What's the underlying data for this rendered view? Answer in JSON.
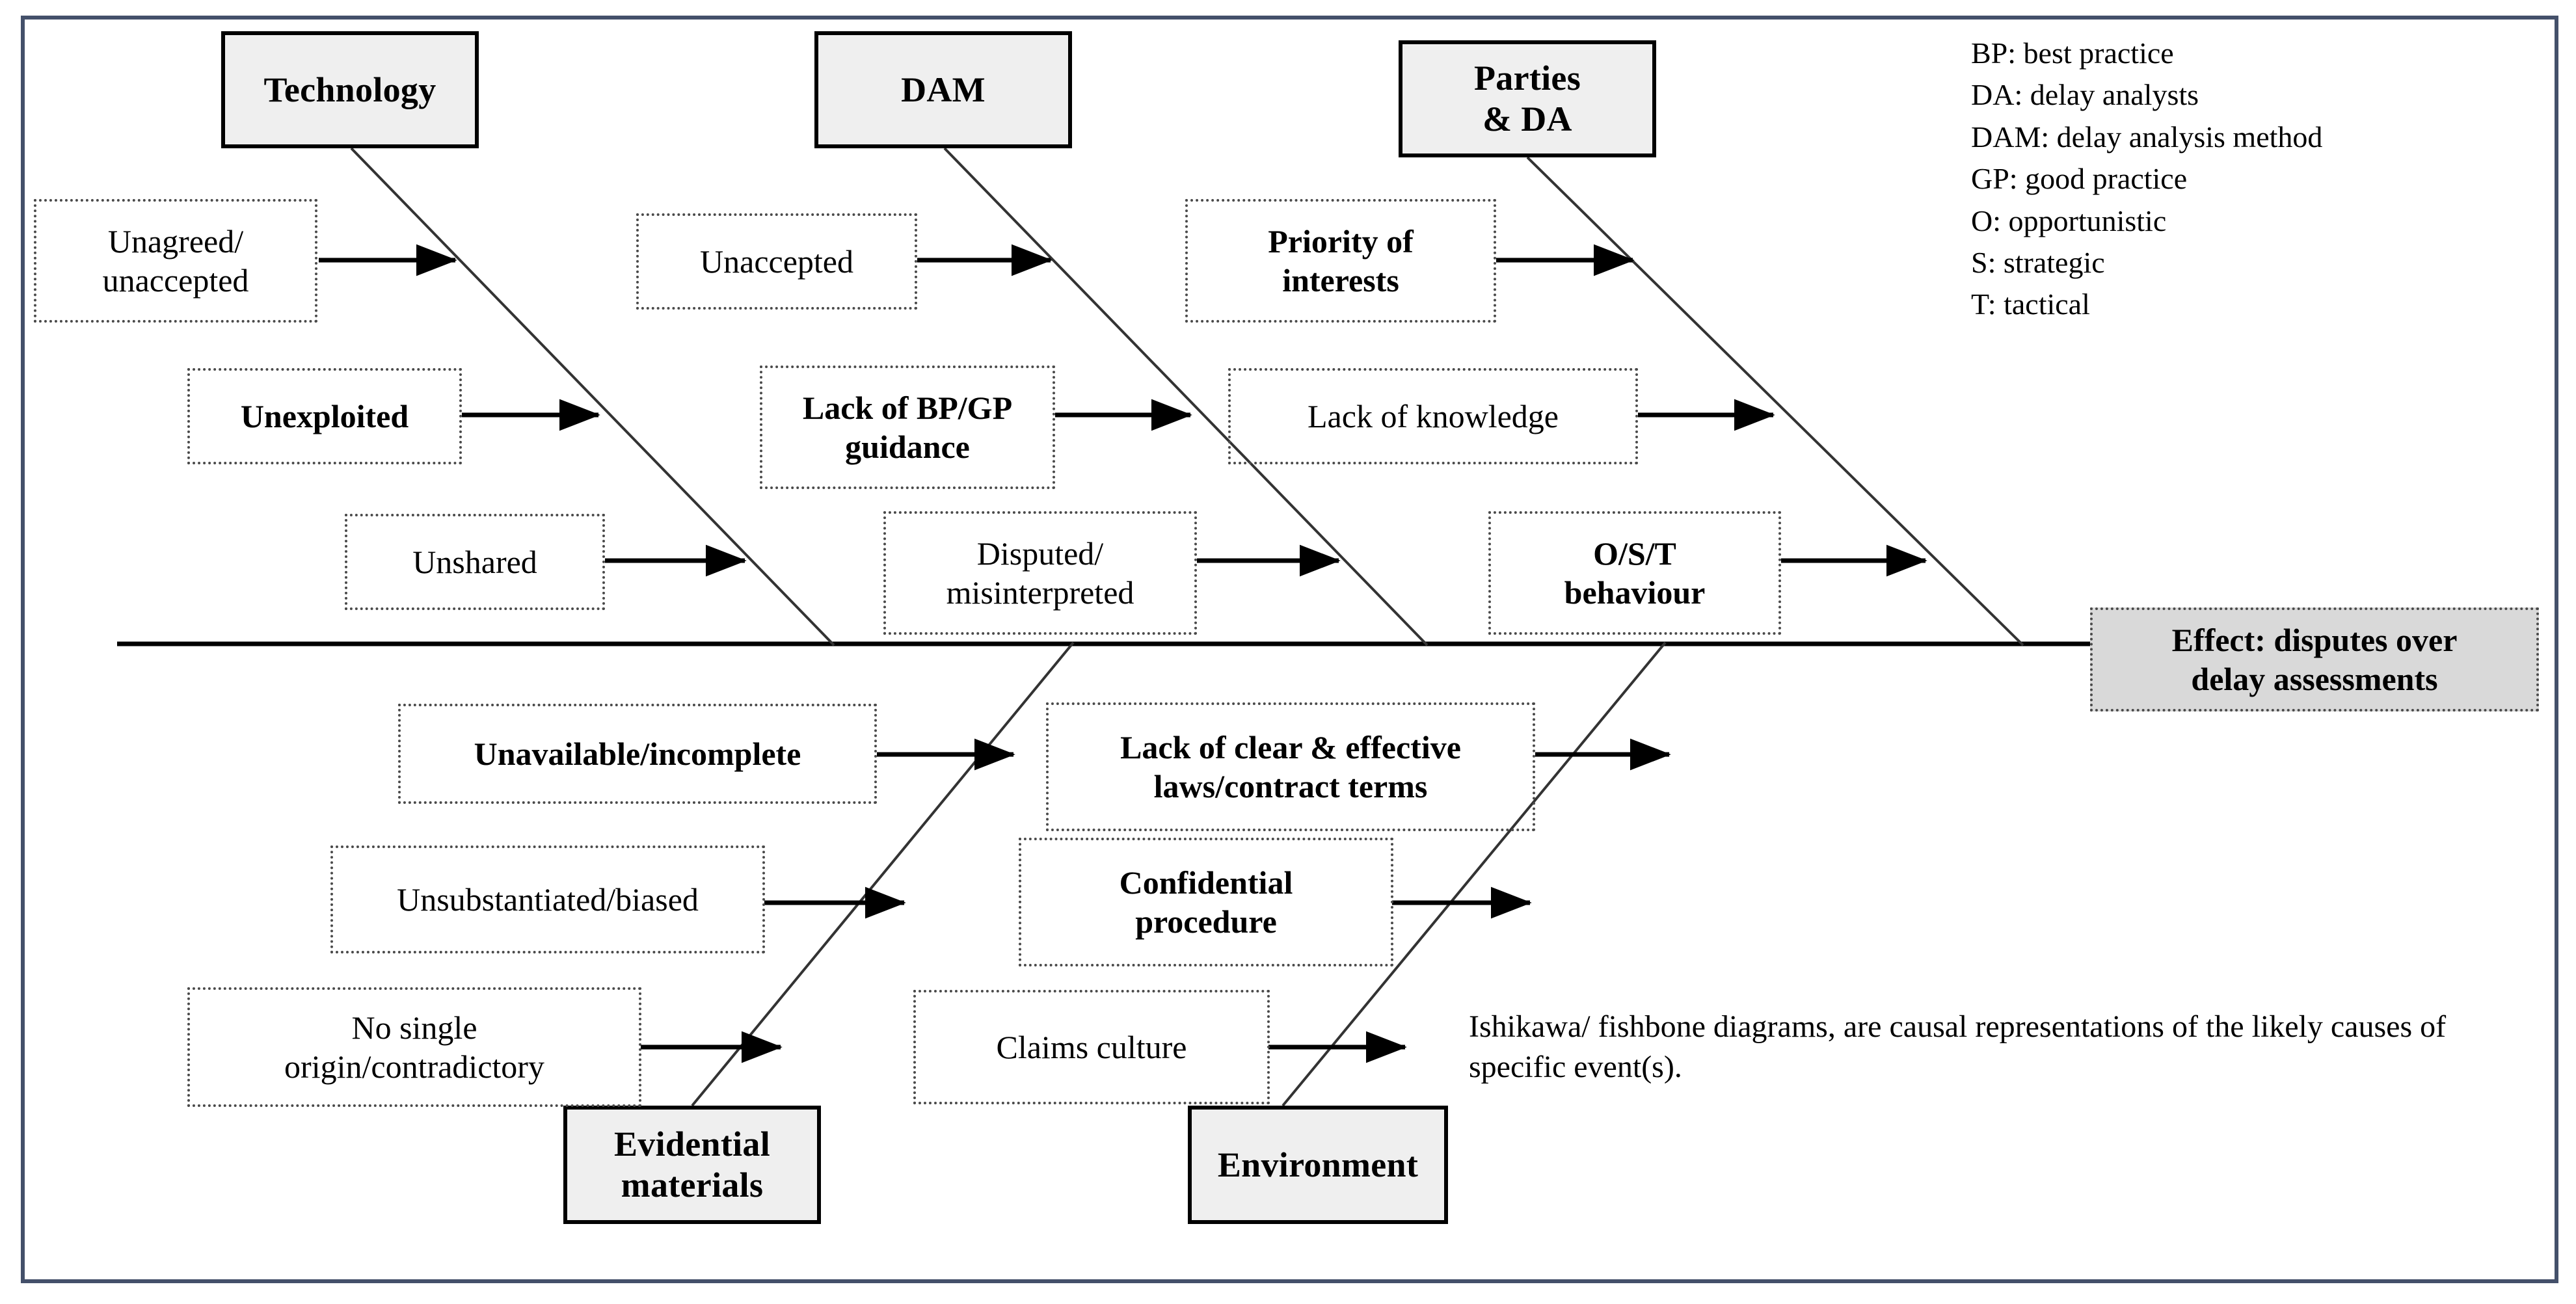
{
  "diagram": {
    "type": "ishikawa-fishbone",
    "effect": "Effect: disputes over\ndelay assessments",
    "note": "Ishikawa/ fishbone diagrams, are causal representations of the likely causes of specific event(s).",
    "frame_color": "#44506a",
    "category_fill": "#efefef",
    "effect_fill": "#d9d9d9"
  },
  "categories": {
    "technology": "Technology",
    "dam": "DAM",
    "parties_da": "Parties\n& DA",
    "evidential_materials": "Evidential\nmaterials",
    "environment": "Environment"
  },
  "causes": {
    "technology": [
      {
        "label": "Unagreed/\nunaccepted",
        "bold": false
      },
      {
        "label": "Unexploited",
        "bold": true
      },
      {
        "label": "Unshared",
        "bold": false
      }
    ],
    "dam": [
      {
        "label": "Unaccepted",
        "bold": false
      },
      {
        "label": "Lack of BP/GP\nguidance",
        "bold": true
      },
      {
        "label": "Disputed/\nmisinterpreted",
        "bold": false
      }
    ],
    "parties_da": [
      {
        "label": "Priority of\ninterests",
        "bold": true
      },
      {
        "label": "Lack of knowledge",
        "bold": false
      },
      {
        "label": "O/S/T\nbehaviour",
        "bold": true
      }
    ],
    "evidential_materials": [
      {
        "label": "Unavailable/incomplete",
        "bold": true
      },
      {
        "label": "Unsubstantiated/biased",
        "bold": false
      },
      {
        "label": "No single\norigin/contradictory",
        "bold": false
      }
    ],
    "environment": [
      {
        "label": "Lack of clear & effective\nlaws/contract terms",
        "bold": true
      },
      {
        "label": "Confidential\nprocedure",
        "bold": true
      },
      {
        "label": "Claims culture",
        "bold": false
      }
    ]
  },
  "legend": {
    "lines": [
      "BP: best practice",
      "DA: delay analysts",
      "DAM: delay analysis method",
      "GP: good practice",
      "O: opportunistic",
      "S: strategic",
      "T: tactical"
    ]
  }
}
